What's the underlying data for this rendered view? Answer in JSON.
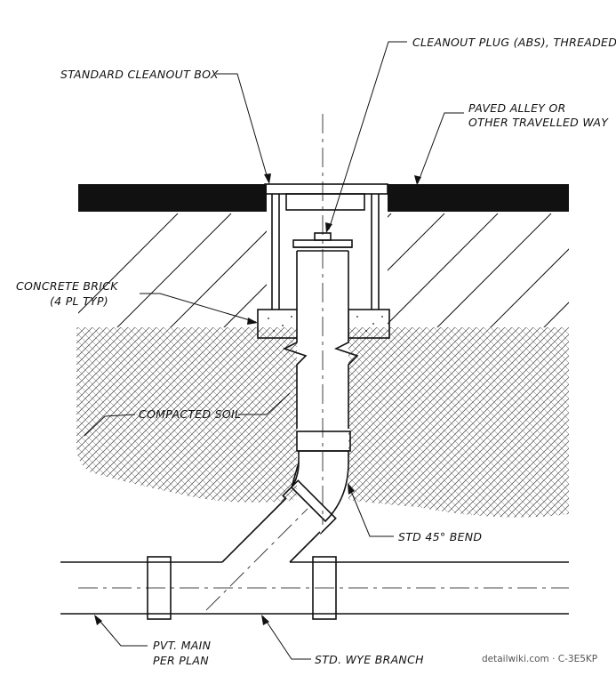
{
  "labels": {
    "cleanout_plug": "CLEANOUT PLUG (ABS), THREADED",
    "cleanout_box": "STANDARD CLEANOUT BOX",
    "paved_line1": "PAVED ALLEY OR",
    "paved_line2": "OTHER TRAVELLED WAY",
    "brick_line1": "CONCRETE BRICK",
    "brick_line2": "(4 PL TYP)",
    "compacted_soil": "COMPACTED SOIL",
    "bend": "STD 45° BEND",
    "main_line1": "PVT. MAIN",
    "main_line2": "PER PLAN",
    "wye": "STD. WYE BRANCH"
  },
  "watermark": "detailwiki.com · C-3E5KP",
  "colors": {
    "ink": "#111111",
    "background": "#ffffff"
  }
}
